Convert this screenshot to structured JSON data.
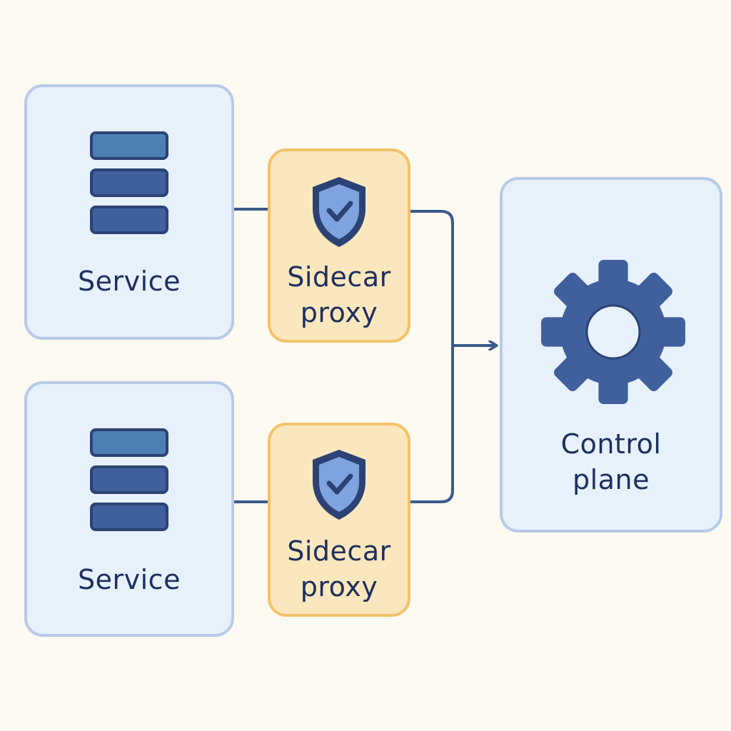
{
  "diagram": {
    "services": [
      {
        "label": "Service",
        "icon": "server-stack-icon"
      },
      {
        "label": "Service",
        "icon": "server-stack-icon"
      }
    ],
    "proxies": [
      {
        "label_line1": "Sidecar",
        "label_line2": "proxy",
        "icon": "shield-check-icon"
      },
      {
        "label_line1": "Sidecar",
        "label_line2": "proxy",
        "icon": "shield-check-icon"
      }
    ],
    "control_plane": {
      "label_line1": "Control",
      "label_line2": "plane",
      "icon": "gear-icon"
    }
  },
  "colors": {
    "background": "#fdfaf2",
    "service_fill": "#e7f1fb",
    "service_border": "#b7cbe8",
    "proxy_fill": "#fbe7bd",
    "proxy_border": "#f3c26a",
    "icon_dark": "#2c4275",
    "icon_mid": "#3f5f9d",
    "icon_light": "#4e7fb3",
    "text": "#1d2f5e",
    "connector": "#3a5a8c"
  }
}
